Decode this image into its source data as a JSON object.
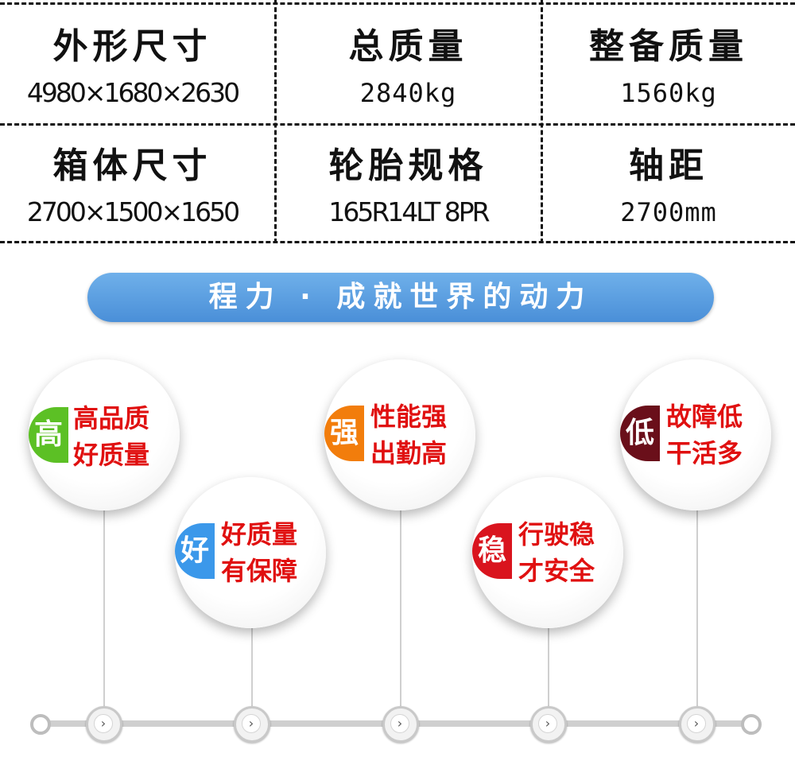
{
  "specs": [
    {
      "label": "外形尺寸",
      "value": "4980×1680×2630"
    },
    {
      "label": "总质量",
      "value": "2840kg"
    },
    {
      "label": "整备质量",
      "value": "1560kg"
    },
    {
      "label": "箱体尺寸",
      "value": "2700×1500×1650"
    },
    {
      "label": "轮胎规格",
      "value": "165R14LT 8PR"
    },
    {
      "label": "轴距",
      "value": "2700mm"
    }
  ],
  "banner": "程力 · 成就世界的动力",
  "features": [
    {
      "badge": "高",
      "line1": "高品质",
      "line2": "好质量",
      "color": "#5cc025"
    },
    {
      "badge": "好",
      "line1": "好质量",
      "line2": "有保障",
      "color": "#3b98ea"
    },
    {
      "badge": "强",
      "line1": "性能强",
      "line2": "出勤高",
      "color": "#f27d0c"
    },
    {
      "badge": "稳",
      "line1": "行驶稳",
      "line2": "才安全",
      "color": "#d9141e"
    },
    {
      "badge": "低",
      "line1": "故障低",
      "line2": "干活多",
      "color": "#6a0f1a"
    }
  ],
  "node_icon": "›"
}
